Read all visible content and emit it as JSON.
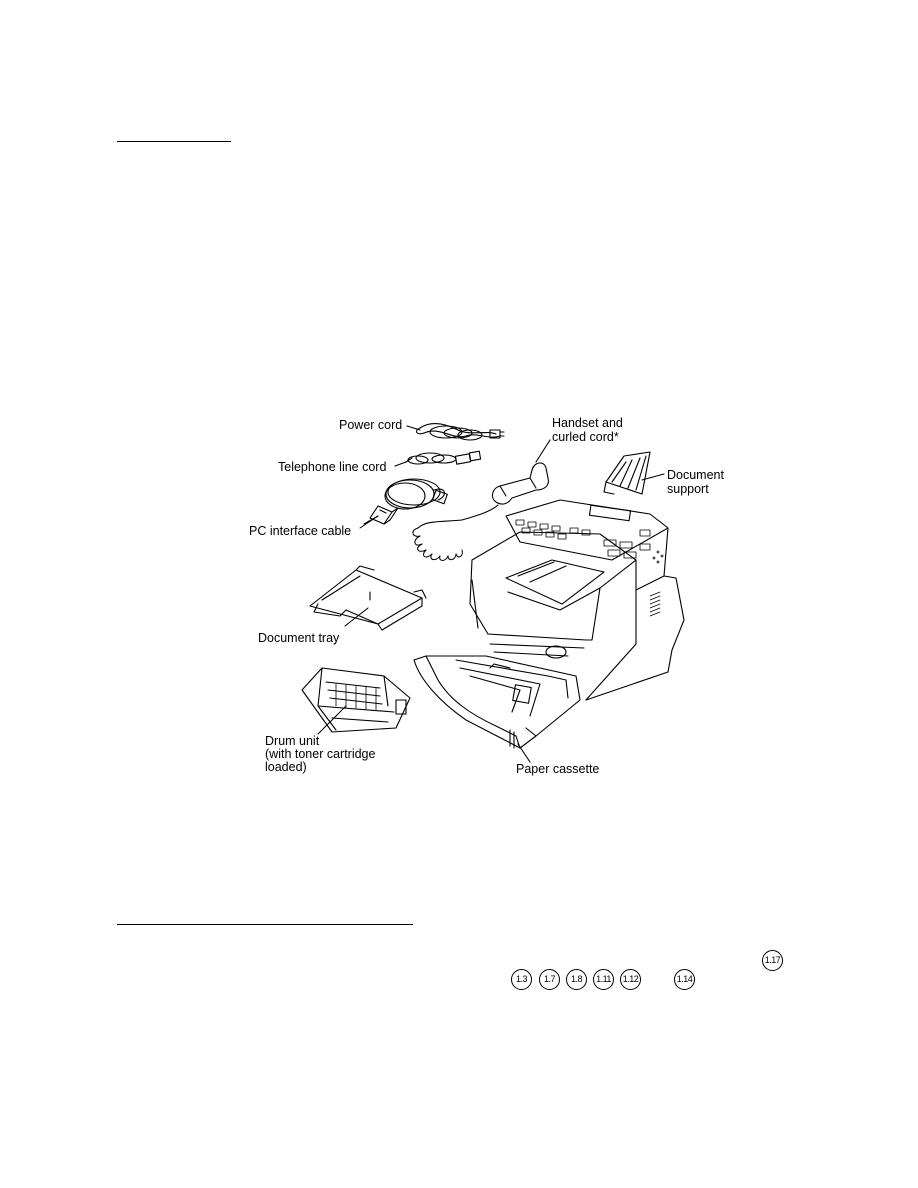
{
  "figure": {
    "labels": {
      "power_cord": "Power cord",
      "telephone_line_cord": "Telephone line cord",
      "pc_interface_cable": "PC interface cable",
      "handset_line1": "Handset and",
      "handset_line2": "curled cord*",
      "document_support_line1": "Document",
      "document_support_line2": "support",
      "document_tray": "Document tray",
      "drum_line1": "Drum unit",
      "drum_line2": "(with toner cartridge",
      "drum_line3": "loaded)",
      "paper_cassette": "Paper cassette"
    }
  },
  "references": {
    "top_ref": "1.17",
    "row": [
      "1.3",
      "1.7",
      "1.8",
      "1.11",
      "1.12",
      "1.14"
    ]
  },
  "colors": {
    "ink": "#000000",
    "paper": "#ffffff",
    "shade": "#d8d8d8"
  }
}
